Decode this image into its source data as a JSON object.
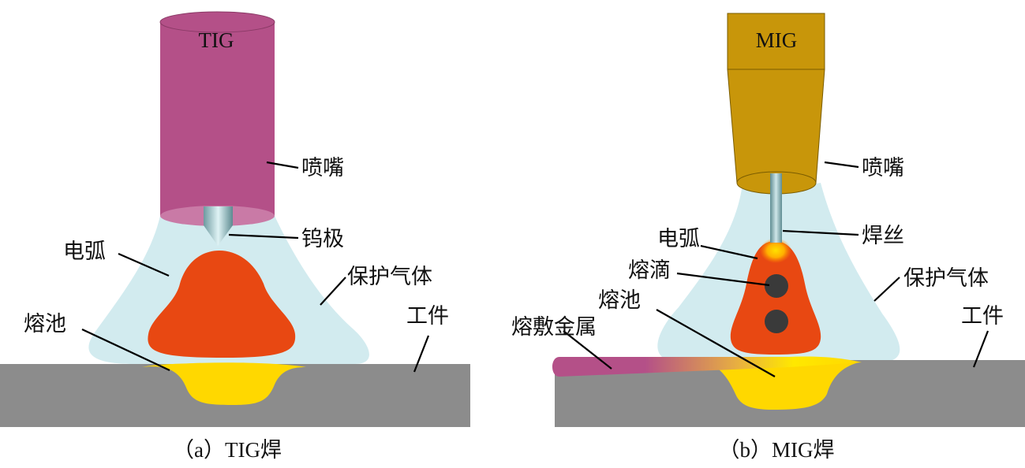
{
  "panel_a": {
    "torch_label": "TIG",
    "caption": "（a）TIG焊",
    "labels": {
      "nozzle": "喷嘴",
      "electrode": "钨极",
      "arc": "电弧",
      "shield_gas": "保护气体",
      "pool": "熔池",
      "workpiece": "工件"
    },
    "colors": {
      "nozzle": "#b45088",
      "arc": "#e84812",
      "pool": "#ffd800",
      "gas": "#d2ebef",
      "plate": "#8c8c8c"
    }
  },
  "panel_b": {
    "torch_label": "MIG",
    "caption": "（b）MIG焊",
    "labels": {
      "nozzle": "喷嘴",
      "wire": "焊丝",
      "arc": "电弧",
      "droplet": "熔滴",
      "pool": "熔池",
      "shield_gas": "保护气体",
      "workpiece": "工件",
      "cladding": "熔敷金属"
    },
    "colors": {
      "nozzle": "#c8960a",
      "arc": "#e84812",
      "pool": "#ffd800",
      "gas": "#d2ebef",
      "plate": "#8c8c8c",
      "droplet": "#3a3a3a"
    }
  }
}
